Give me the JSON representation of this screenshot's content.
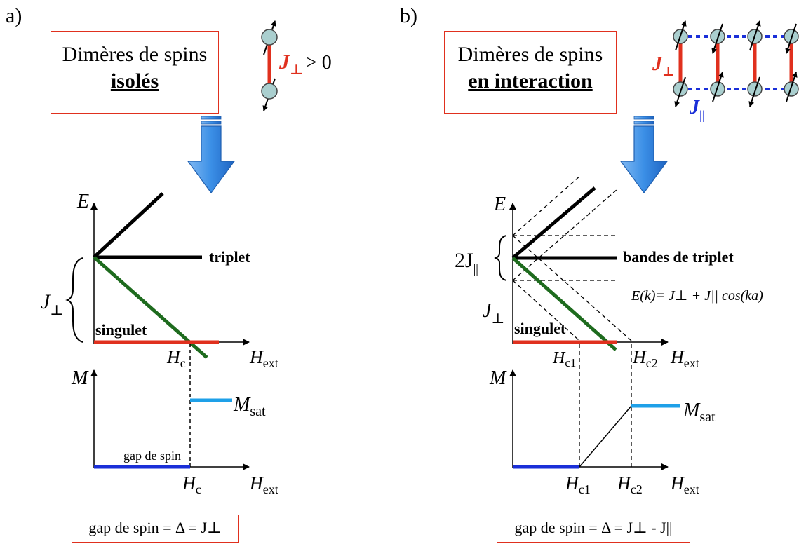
{
  "panel_a": {
    "label": "a)",
    "title_line1": "Dimères de spins",
    "title_line2": "isolés",
    "coupling_label": "J",
    "coupling_sub": "⊥",
    "coupling_rel": "> 0",
    "energy_axis": "E",
    "triplet": "triplet",
    "singulet": "singulet",
    "gap_label": "J",
    "gap_sub": "⊥",
    "hc": "H",
    "hc_sub": "c",
    "hext": "H",
    "hext_sub": "ext",
    "mag_axis": "M",
    "msat": "M",
    "msat_sub": "sat",
    "gap_de_spin": "gap de spin",
    "formula": "gap de spin = Δ = J⊥"
  },
  "panel_b": {
    "label": "b)",
    "title_line1": "Dimères de spins",
    "title_line2": "en interaction",
    "jperp_label": "J",
    "jperp_sub": "⊥",
    "jpar_label": "J",
    "jpar_sub": "||",
    "energy_axis": "E",
    "bandwidth": "2J",
    "bandwidth_sub": "||",
    "triplet_bands": "bandes de triplet",
    "dispersion": "E(k)= J⊥ + J|| cos(ka)",
    "gap_label": "J",
    "gap_sub": "⊥",
    "singulet": "singulet",
    "hc1": "H",
    "hc1_sub": "c1",
    "hc2": "H",
    "hc2_sub": "c2",
    "hext": "H",
    "hext_sub": "ext",
    "mag_axis": "M",
    "msat": "M",
    "msat_sub": "sat",
    "formula": "gap de spin = Δ = J⊥ - J||"
  },
  "colors": {
    "singlet": "#e0301e",
    "triplet": "#000000",
    "descending": "#1e6b1e",
    "gap": "#1a2fd8",
    "saturation": "#1ea0e8",
    "box_border": "#e0301e",
    "arrow": "#3b8fe6",
    "spin": "#aacfcf"
  }
}
